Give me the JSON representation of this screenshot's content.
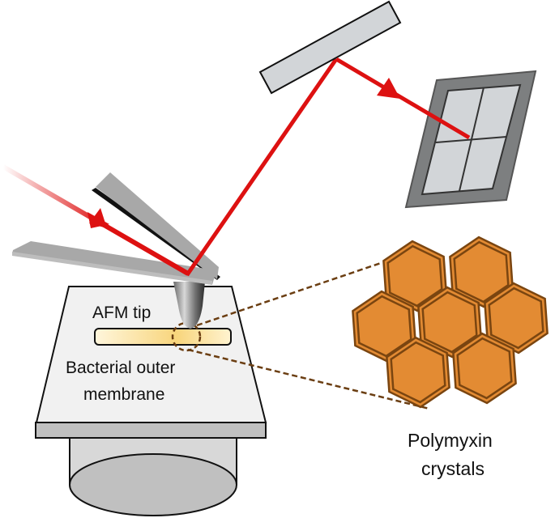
{
  "diagram": {
    "title": "AFM imaging of polymyxin crystals on bacterial outer membrane",
    "labels": {
      "afm_tip": "AFM tip",
      "membrane_line1": "Bacterial outer",
      "membrane_line2": "membrane",
      "crystals_line1": "Polymyxin",
      "crystals_line2": "crystals"
    },
    "components": [
      "laser beam",
      "cantilever",
      "AFM tip",
      "mirror",
      "photodetector",
      "sample stage",
      "bacterial outer membrane",
      "polymyxin crystal lattice"
    ],
    "colors": {
      "laser": "#dd1111",
      "crystal_fill": "#e38b33",
      "crystal_stroke": "#7a4510",
      "dash_line": "#6b3e12",
      "mirror_fill": "#d2d5d8",
      "detector_frame": "#7d7f80",
      "detector_cells": "#d2d5d8",
      "stage_top": "#f1f1f1",
      "stage_side": "#c0c0c0",
      "cantilever": "#a8a8a8",
      "membrane_start": "#fff6dc",
      "membrane_end": "#f8d57c"
    },
    "crystal_count": 7
  }
}
